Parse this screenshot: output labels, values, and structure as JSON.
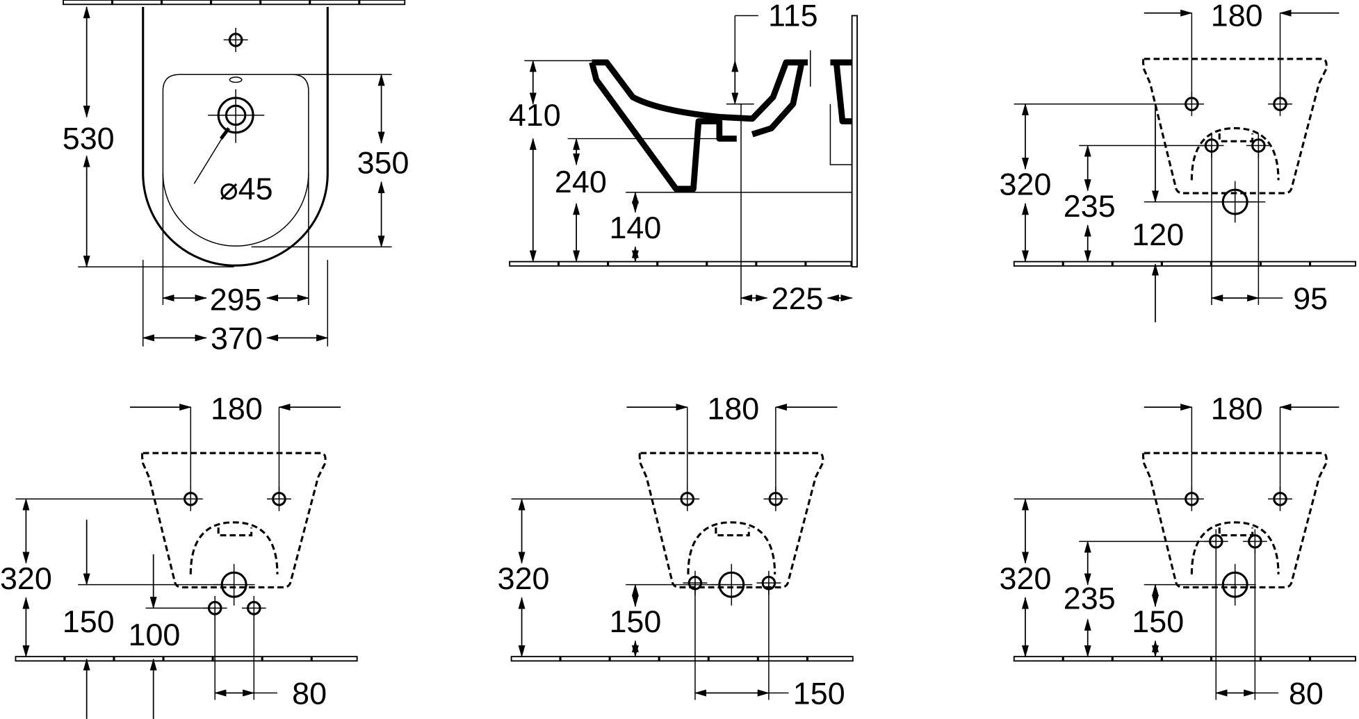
{
  "title": "Wall-hung bidet dimension drawing",
  "views": {
    "front": {
      "height": "530",
      "bowl_height": "350",
      "drain": "⌀45",
      "bowl_width": "295",
      "width": "370"
    },
    "side": {
      "tap_offset": "115",
      "rim_height": "410",
      "inlet_height": "240",
      "outlet_height": "140",
      "projection": "225"
    },
    "wall_a": {
      "bolt_spacing": "180",
      "bolt_height": "320",
      "supply_height": "235",
      "drain_height": "120",
      "supply_spacing": "95"
    },
    "wall_b": {
      "bolt_spacing": "180",
      "bolt_height": "320",
      "drain_height": "150",
      "supply_height": "100",
      "supply_spacing": "80"
    },
    "wall_c": {
      "bolt_spacing": "180",
      "bolt_height": "320",
      "drain_height": "150",
      "supply_spacing": "150"
    },
    "wall_d": {
      "bolt_spacing": "180",
      "bolt_height": "320",
      "supply_height": "235",
      "drain_height": "150",
      "supply_spacing": "80"
    }
  }
}
